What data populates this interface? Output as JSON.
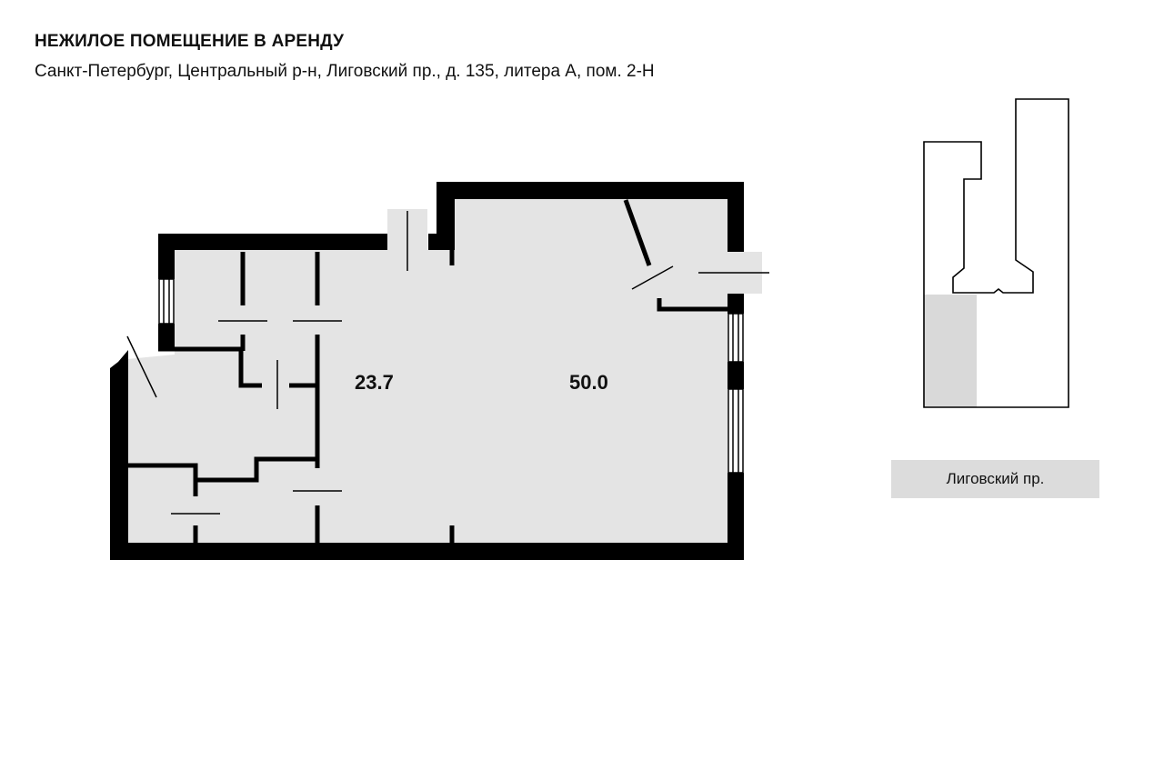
{
  "header": {
    "title": "НЕЖИЛОЕ ПОМЕЩЕНИЕ В АРЕНДУ",
    "address": "Санкт-Петербург, Центральный р-н, Лиговский пр., д. 135, литера А, пом. 2-Н"
  },
  "floorplan": {
    "rooms": [
      {
        "area_label": "23.7"
      },
      {
        "area_label": "50.0"
      }
    ],
    "fill_color": "#e4e4e4",
    "wall_color": "#000000"
  },
  "site_plan": {
    "street_label": "Лиговский пр.",
    "highlight_color": "#d9d9d9"
  }
}
